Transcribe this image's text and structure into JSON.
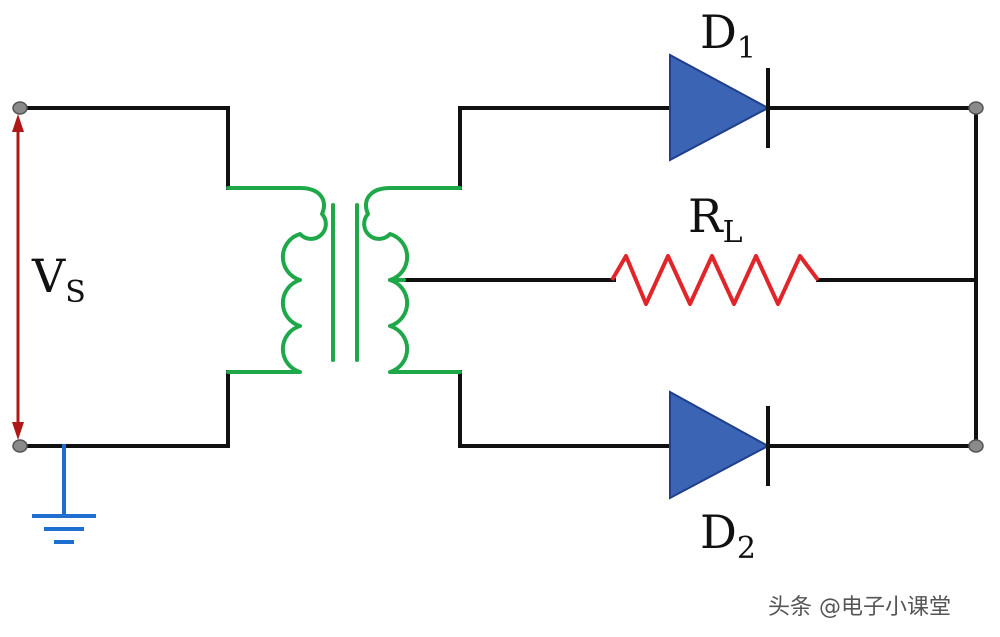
{
  "labels": {
    "vs_main": "V",
    "vs_sub": "S",
    "rl_main": "R",
    "rl_sub": "L",
    "d1_main": "D",
    "d1_sub": "1",
    "d2_main": "D",
    "d2_sub": "2"
  },
  "watermark": "头条 @电子小课堂",
  "colors": {
    "wire": "#111111",
    "coil": "#1fa84a",
    "resistor": "#e0262a",
    "diode": "#3c64b4",
    "diode_edge": "#1f3f8a",
    "arrow": "#b01818",
    "ground": "#1f6fd1",
    "terminal": "#8a8a8a"
  }
}
